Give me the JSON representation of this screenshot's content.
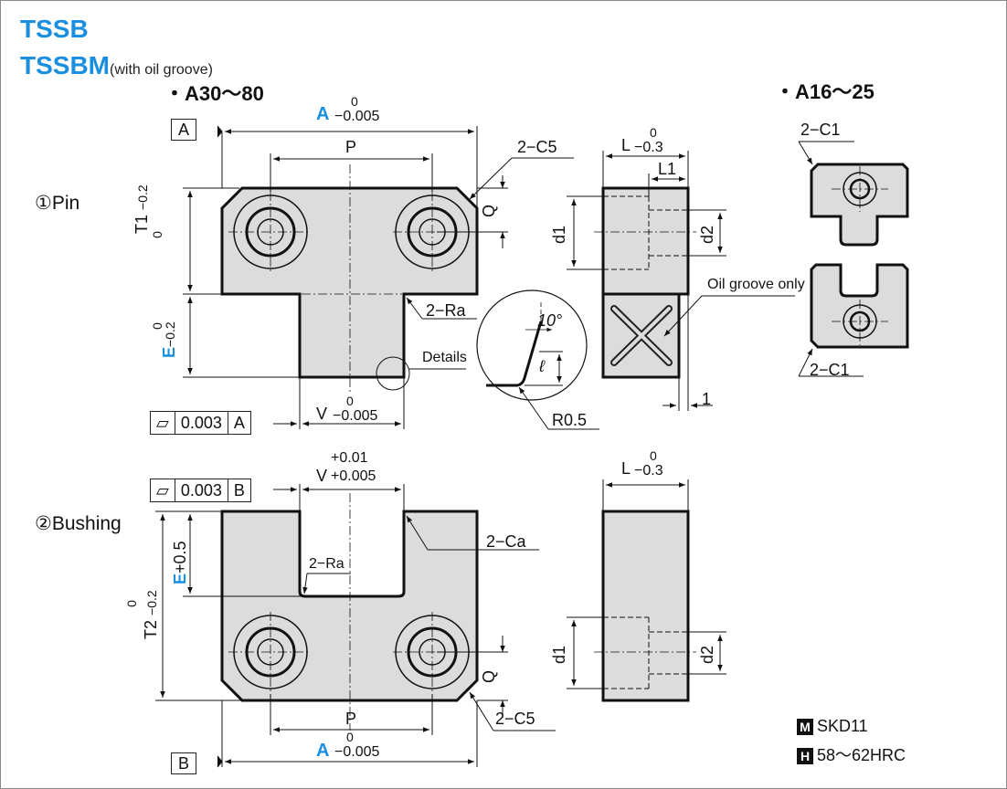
{
  "title": {
    "main": "TSSB",
    "sub": "TSSBM",
    "sub_note": "(with oil groove)"
  },
  "headers": {
    "large": "・A30～80",
    "small": "・A16～25"
  },
  "sections": {
    "pin": "①Pin",
    "bushing": "②Bushing"
  },
  "datum": {
    "a": "A",
    "b": "B"
  },
  "dims": {
    "a_letter": "A",
    "a_tol_top": "0",
    "a_tol_bot": "−0.005",
    "p": "P",
    "chamfer_c5": "2−C5",
    "q": "Q",
    "t1": "T1",
    "t1_tol_top": "0",
    "t1_tol_bot": "−0.2",
    "e_letter": "E",
    "e_tol_top": "0",
    "e_tol_bot": "−0.2",
    "radius_ra": "2−Ra",
    "details": "Details",
    "v_pin": "V",
    "v_pin_tol_top": "0",
    "v_pin_tol_bot": "−0.005",
    "angle": "10°",
    "ell": "ℓ",
    "r05": "R0.5",
    "l_letter": "L",
    "l_tol_top": "0",
    "l_tol_bot": "−0.3",
    "l1": "L1",
    "d1": "d1",
    "d2": "d2",
    "oil_groove": "Oil groove only",
    "one": "1",
    "chamfer_c1": "2−C1",
    "v_bush": "V",
    "v_bush_tol_top": "+0.01",
    "v_bush_tol_bot": "+0.005",
    "chamfer_ca": "2−Ca",
    "e_plus": "+0.5",
    "t2": "T2",
    "t2_tol_top": "0",
    "t2_tol_bot": "−0.2"
  },
  "flatness": {
    "pin": {
      "symbol": "⏥",
      "value": "0.003",
      "datum": "A"
    },
    "bushing": {
      "symbol": "⏥",
      "value": "0.003",
      "datum": "B"
    }
  },
  "material": {
    "m_badge": "M",
    "m_text": "SKD11",
    "h_badge": "H",
    "h_text": "58～62HRC"
  },
  "colors": {
    "accent": "#1a8fe0",
    "part_fill": "#dcdcdc"
  }
}
